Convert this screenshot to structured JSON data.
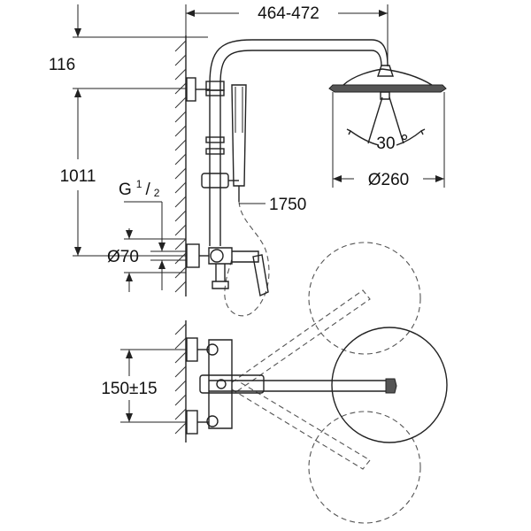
{
  "dimensions": {
    "arm_span": "464-472",
    "wall_offset": "116",
    "height": "1011",
    "thread_prefix": "G",
    "thread_num": "1",
    "thread_den": "2",
    "escutcheon": "Ø70",
    "hose_length": "1750",
    "angle": "30",
    "head_diameter": "Ø260",
    "centres": "150±15"
  }
}
